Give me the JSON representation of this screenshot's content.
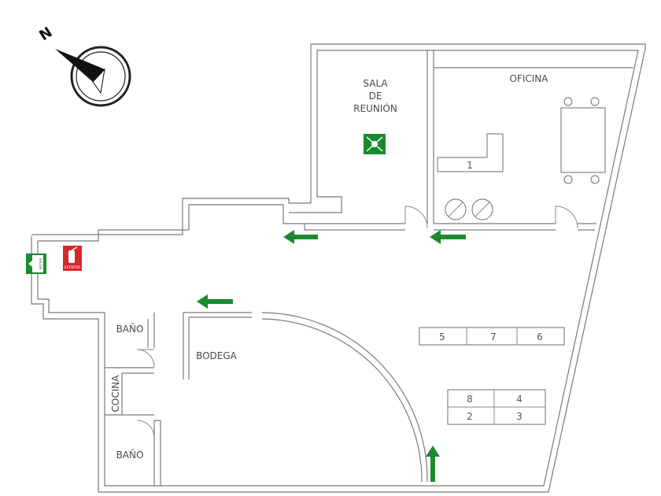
{
  "compass": {
    "north_label": "N",
    "icon": "compass-rose-icon"
  },
  "rooms": {
    "sala_line1": "SALA",
    "sala_line2": "DE",
    "sala_line3": "REUNIÓN",
    "oficina": "OFICINA",
    "bodega": "BODEGA",
    "bano_top": "BAÑO",
    "bano_bottom": "BAÑO",
    "cocina": "COCINA"
  },
  "workstations": {
    "office_desk": "1",
    "row_a": [
      "5",
      "7",
      "6"
    ],
    "row_b": [
      "8",
      "4"
    ],
    "row_c": [
      "2",
      "3"
    ]
  },
  "signs": {
    "exit_text": "SALIDA",
    "extinguisher_text": "EXTINTOR",
    "exit_icon": "exit-sign-icon",
    "extinguisher_icon": "fire-extinguisher-icon",
    "assembly_icon": "emergency-assembly-icon"
  },
  "colors": {
    "walls": "#7a7a7a",
    "arrows": "#1a8a2e",
    "exit_sign": "#1a8a2e",
    "extinguisher_sign": "#d8262b"
  }
}
